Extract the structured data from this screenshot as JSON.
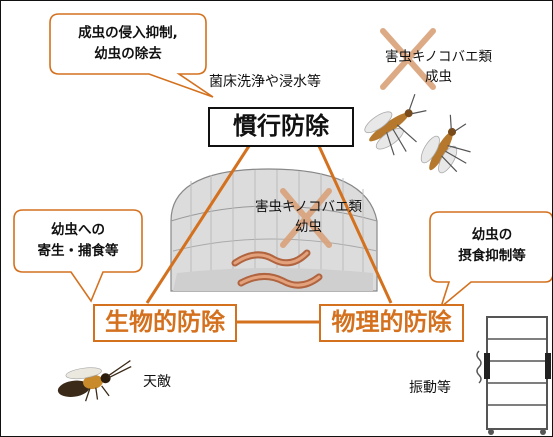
{
  "callouts": {
    "top_left": "成虫の侵入抑制,\n幼虫の除去",
    "mid_left": "幼虫への\n寄生・捕食等",
    "mid_right": "幼虫の\n摂食抑制等"
  },
  "methods": {
    "conventional": "慣行防除",
    "biological": "生物的防除",
    "physical": "物理的防除"
  },
  "labels": {
    "conventional_detail": "菌床洗浄や浸水等",
    "adult_pest": "害虫キノコバエ類\n成虫",
    "larva_pest": "害虫キノコバエ類\n幼虫",
    "natural_enemy": "天敵",
    "vibration": "振動等"
  },
  "colors": {
    "accent": "#d4711e",
    "cross": "#d9a27a",
    "black": "#111111"
  }
}
